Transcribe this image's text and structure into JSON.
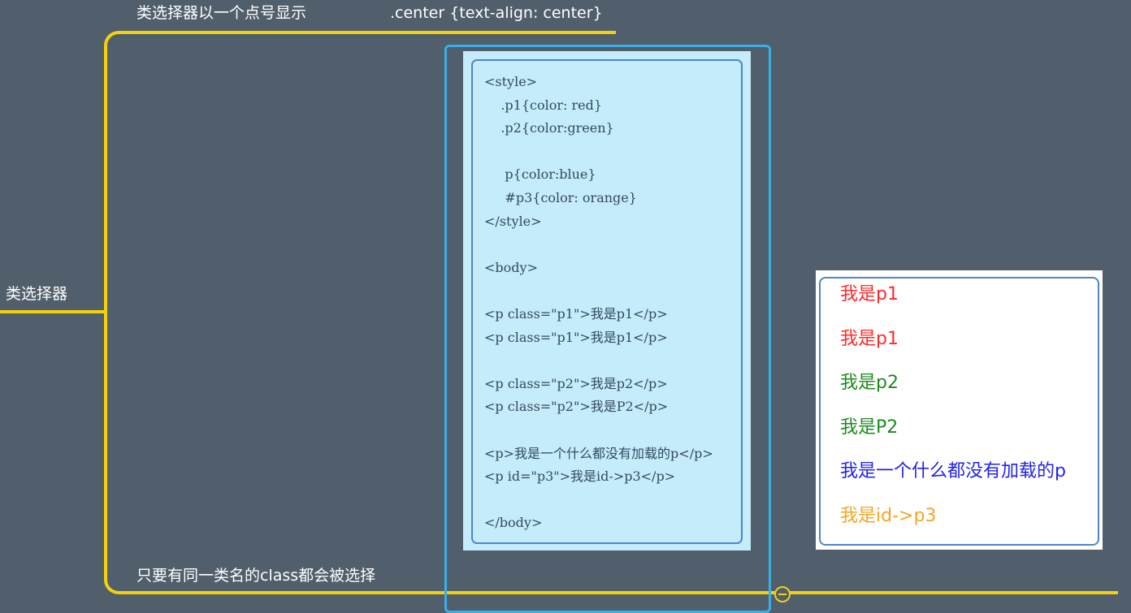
{
  "mindmap": {
    "root_label": "类选择器",
    "top_label": "类选择器以一个点号显示",
    "top_code": ".center {text-align: center}",
    "bottom_label": "只要有同一类名的class都会被选择"
  },
  "code_image": {
    "lines": [
      "<style>",
      "    .p1{color: red}",
      "    .p2{color:green}",
      "",
      "     p{color:blue}",
      "     #p3{color: orange}",
      "</style>",
      "",
      "<body>",
      "",
      "<p class=\"p1\">我是p1</p>",
      "<p class=\"p1\">我是p1</p>",
      "",
      "<p class=\"p2\">我是p2</p>",
      "<p class=\"p2\">我是P2</p>",
      "",
      "<p>我是一个什么都没有加载的p</p>",
      "<p id=\"p3\">我是id->p3</p>",
      "",
      "</body>"
    ]
  },
  "output_image": {
    "lines": [
      {
        "text": "我是p1",
        "color": "#ff2a2a"
      },
      {
        "text": "我是p1",
        "color": "#ff2a2a"
      },
      {
        "text": "我是p2",
        "color": "#1f8a1f"
      },
      {
        "text": "我是P2",
        "color": "#1f8a1f"
      },
      {
        "text": "我是一个什么都没有加载的p",
        "color": "#2222ee"
      },
      {
        "text": "我是id->p3",
        "color": "#f5a623"
      }
    ]
  },
  "colors": {
    "background": "#505f6b",
    "branch_line": "#f5d10a",
    "image_frame": "#3aaee5"
  }
}
